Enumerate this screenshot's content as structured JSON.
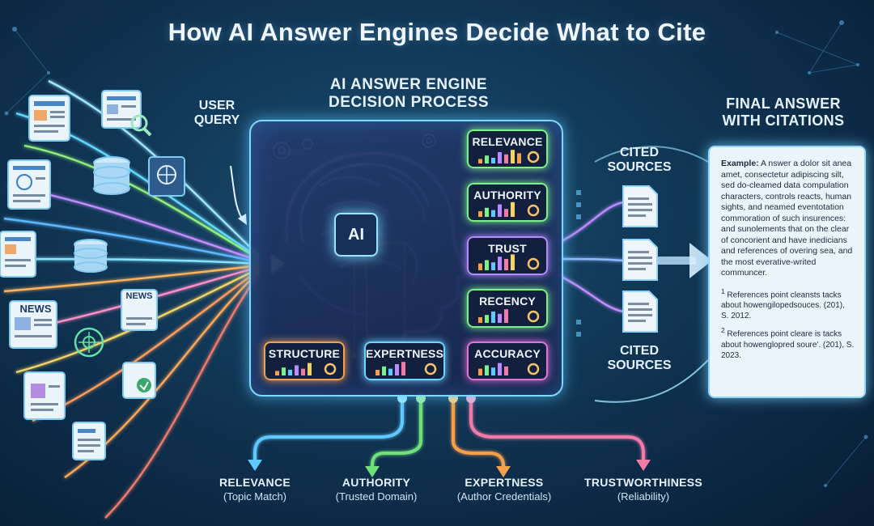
{
  "title": "How AI Answer Engines Decide What to Cite",
  "user_query_label": "USER\nQUERY",
  "process_title": "AI ANSWER ENGINE\nDECISION PROCESS",
  "ai_chip_label": "AI",
  "criteria_cards": [
    {
      "label": "RELEVANCE",
      "color": "#7cf08a"
    },
    {
      "label": "AUTHORITY",
      "color": "#7cf08a"
    },
    {
      "label": "TRUST",
      "color": "#b48bff"
    },
    {
      "label": "RECENCY",
      "color": "#7cf08a"
    },
    {
      "label": "STRUCTURE",
      "color": "#f0a050"
    },
    {
      "label": "EXPERTNESS",
      "color": "#6cd4ff"
    },
    {
      "label": "ACCURACY",
      "color": "#e072d8"
    }
  ],
  "cited_sources_top": "CITED\nSOURCES",
  "cited_sources_bottom": "CITED\nSOURCES",
  "final_answer_title": "FINAL ANSWER\nWITH CITATIONS",
  "answer": {
    "example_label": "Example:",
    "body": "A nswer a dolor sit anea amet, consectetur adipiscing silt, sed do-cleamed data compulation characters, controls reacts, human sights, and neamed eventotation commoration of such insurences: and sunolements that on the clear of concorient and have inedicians and references of overing sea, and the most everative-writed communcer.",
    "references": [
      {
        "mark": "1",
        "text": "References point cleansts tacks about howengilopedsouces. (201), S. 2012."
      },
      {
        "mark": "2",
        "text": "References point cleare is tacks about howenglopred soure'. (201), S. 2023."
      }
    ]
  },
  "bottom_criteria": [
    {
      "title": "RELEVANCE",
      "subtitle": "(Topic Match)",
      "color": "#5ec8ff"
    },
    {
      "title": "AUTHORITY",
      "subtitle": "(Trusted Domain)",
      "color": "#6fe07a"
    },
    {
      "title": "EXPERTNESS",
      "subtitle": "(Author Credentials)",
      "color": "#f5a04a"
    },
    {
      "title": "TRUSTWORTHINESS",
      "subtitle": "(Reliability)",
      "color": "#f07aa8"
    }
  ],
  "source_badges": [
    {
      "label": "NEWS"
    },
    {
      "label": "NEWS"
    }
  ],
  "colors": {
    "glow": "#7fd8ff",
    "background": "#123a5a",
    "answer_panel": "#e9f4fb"
  }
}
